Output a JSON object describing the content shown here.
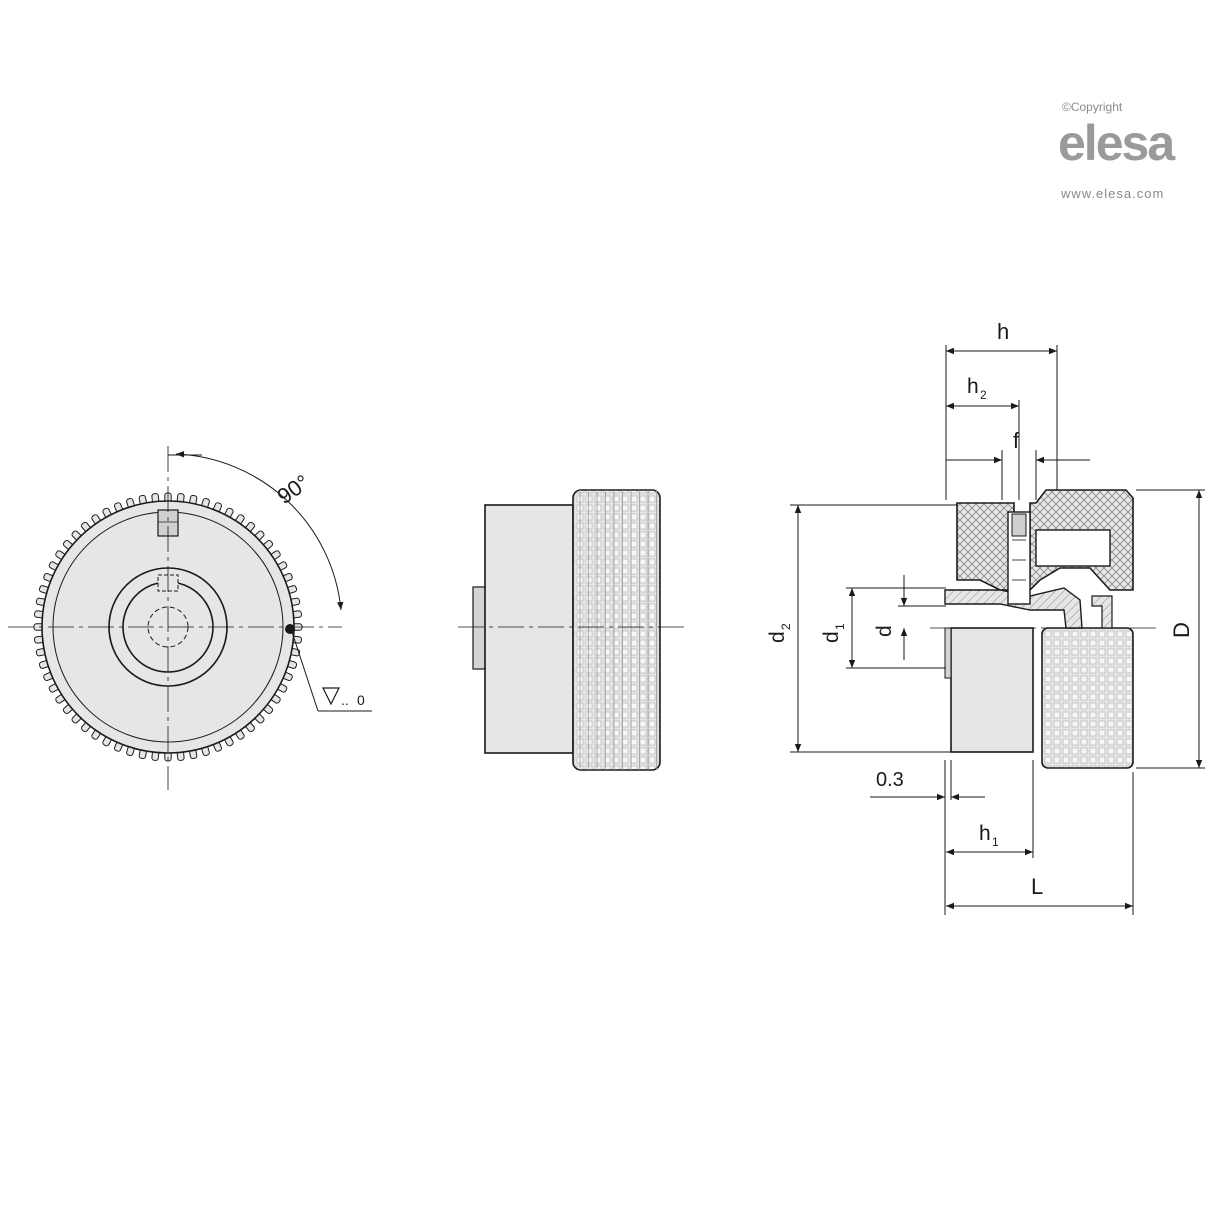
{
  "logo": {
    "copyright": "©Copyright",
    "brand": "elesa",
    "url": "www.elesa.com"
  },
  "front_view": {
    "angle_label": "90°",
    "surface_mark": "0"
  },
  "section_view": {
    "labels": {
      "h": "h",
      "h2": "h",
      "h2_sub": "2",
      "f": "f",
      "d2": "d",
      "d2_sub": "2",
      "d1": "d",
      "d1_sub": "1",
      "d": "d",
      "D": "D",
      "gap": "0.3",
      "h1": "h",
      "h1_sub": "1",
      "L": "L"
    }
  },
  "colors": {
    "line": "#1a1a1a",
    "fill": "#e6e6e6",
    "hatch": "#bdbdbd",
    "logo": "#9a9a9a"
  }
}
